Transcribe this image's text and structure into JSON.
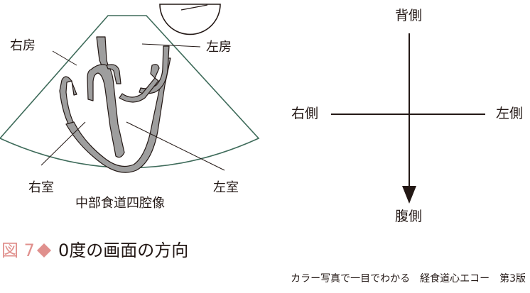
{
  "diagram": {
    "labels": {
      "right_atrium": "右房",
      "left_atrium": "左房",
      "right_ventricle": "右室",
      "left_ventricle": "左室",
      "view_name": "中部食道四腔像"
    },
    "orientation": {
      "top": "背側",
      "bottom": "腹側",
      "left": "右側",
      "right": "左側"
    },
    "colors": {
      "sector_outline": "#3e6b5a",
      "chamber_wall": "#9e9e9e",
      "line": "#231815",
      "accent": "#e0908d"
    }
  },
  "caption": {
    "figure_number": "図 7",
    "marker_icon": "diamond-icon",
    "title": "0度の画面の方向"
  },
  "credit": "カラー写真で一目でわかる　経食道心エコー　第3版"
}
